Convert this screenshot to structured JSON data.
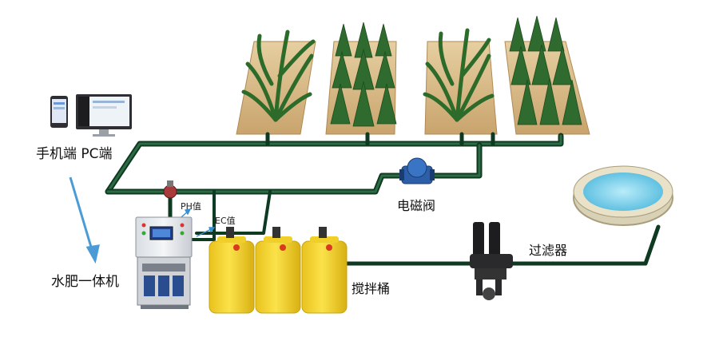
{
  "labels": {
    "devices": "手机端  PC端",
    "controller": "水肥一体机",
    "ph": "PH值",
    "ec": "EC值",
    "valve": "电磁阀",
    "tanks": "搅拌桶",
    "filter": "过滤器"
  },
  "colors": {
    "pipe": "#0f3a22",
    "pipe_inner": "#1e5a35",
    "arrow": "#4a9bd6",
    "tank": "#f5d630",
    "pool_water": "#7fd3ee",
    "soil": "#d9bd8c"
  }
}
